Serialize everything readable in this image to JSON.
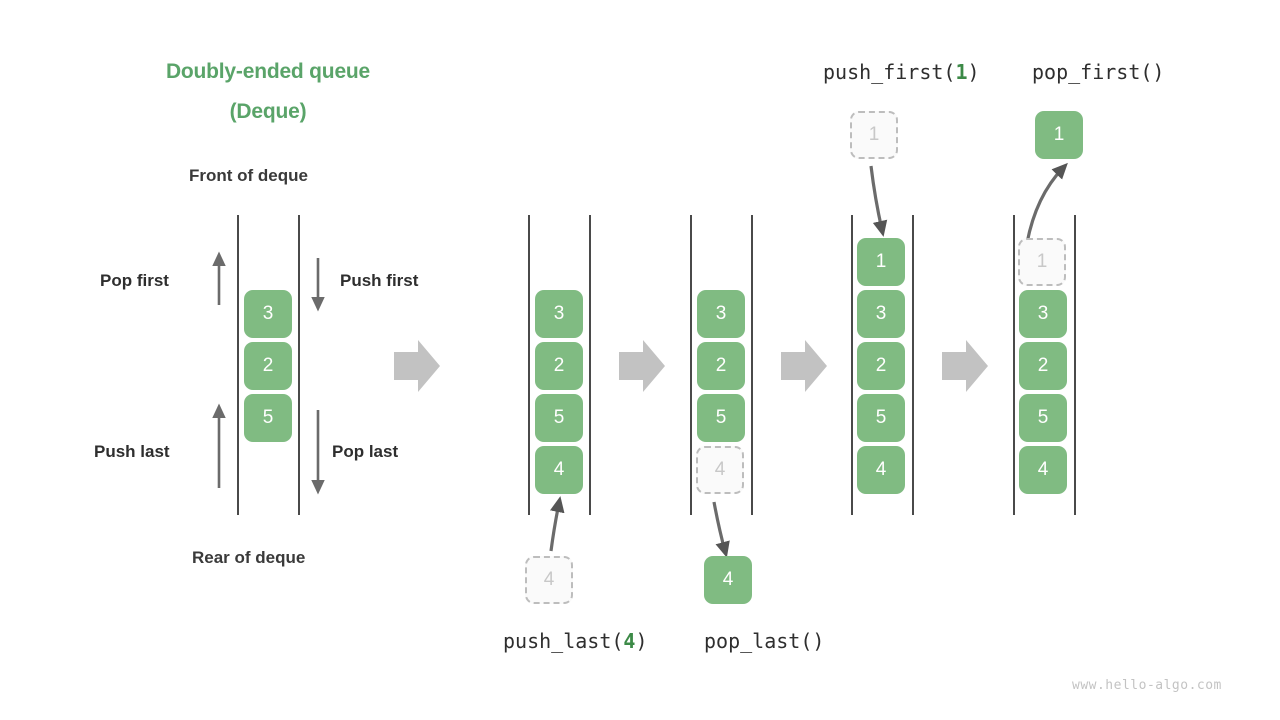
{
  "title": {
    "line1": "Doubly-ended queue",
    "line2": "(Deque)",
    "color": "#5aa469"
  },
  "labels": {
    "front": "Front of deque",
    "rear": "Rear of deque",
    "pop_first": "Pop first",
    "push_first": "Push first",
    "push_last": "Push last",
    "pop_last": "Pop last"
  },
  "operations": {
    "push_first": {
      "name": "push_first",
      "open": "(",
      "arg": "1",
      "close": ")"
    },
    "pop_first": {
      "name": "pop_first",
      "open": "(",
      "arg": "",
      "close": ")"
    },
    "push_last": {
      "name": "push_last",
      "open": "(",
      "arg": "4",
      "close": ")"
    },
    "pop_last": {
      "name": "pop_last",
      "open": "(",
      "arg": "",
      "close": ")"
    }
  },
  "colors": {
    "accent_green": "#80bb82",
    "title_green": "#5aa469",
    "arg_green": "#3c8a47",
    "rail": "#4a4a4a",
    "ghost_border": "#bdbdbd",
    "ghost_fill": "#fafafa",
    "ghost_text": "#c8c8c8",
    "block_arrow": "#c2c2c2",
    "thin_arrow": "#6b6b6b"
  },
  "panels": [
    {
      "id": "overview",
      "items": [
        "3",
        "2",
        "5"
      ],
      "states": [
        "solid",
        "solid",
        "solid"
      ]
    },
    {
      "id": "push-last-before",
      "items": [
        "3",
        "2",
        "5",
        "4"
      ],
      "states": [
        "solid",
        "solid",
        "solid",
        "solid"
      ],
      "external": {
        "value": "4",
        "state": "ghost",
        "position": "below"
      }
    },
    {
      "id": "pop-last-after",
      "items": [
        "3",
        "2",
        "5",
        "4"
      ],
      "states": [
        "solid",
        "solid",
        "solid",
        "ghost"
      ],
      "external": {
        "value": "4",
        "state": "solid",
        "position": "below"
      }
    },
    {
      "id": "push-first-before",
      "items": [
        "1",
        "3",
        "2",
        "5",
        "4"
      ],
      "states": [
        "solid",
        "solid",
        "solid",
        "solid",
        "solid"
      ],
      "external": {
        "value": "1",
        "state": "ghost",
        "position": "above"
      }
    },
    {
      "id": "pop-first-after",
      "items": [
        "1",
        "3",
        "2",
        "5",
        "4"
      ],
      "states": [
        "ghost",
        "solid",
        "solid",
        "solid",
        "solid"
      ],
      "external": {
        "value": "1",
        "state": "solid",
        "position": "above"
      }
    }
  ],
  "flow_arrows": 4,
  "watermark": "www.hello-algo.com"
}
